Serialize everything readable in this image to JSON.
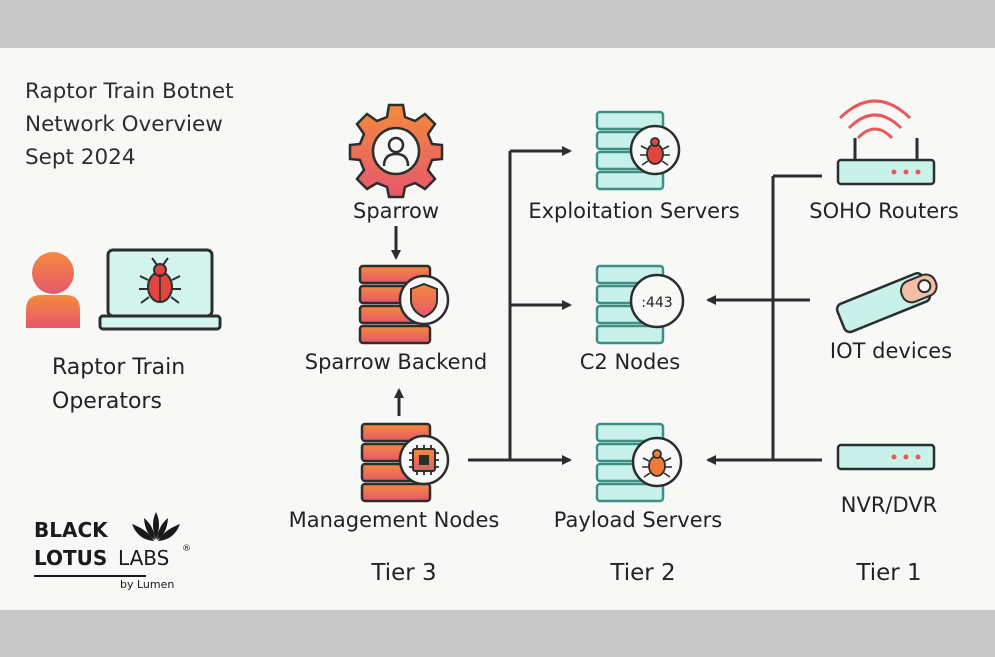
{
  "title": {
    "line1": "Raptor Train Botnet",
    "line2": "Network Overview",
    "line3": "Sept 2024"
  },
  "operators": {
    "line1": "Raptor Train",
    "line2": "Operators"
  },
  "tier3": {
    "label": "Tier 3",
    "sparrow": "Sparrow",
    "sparrow_backend": "Sparrow Backend",
    "management_nodes": "Management Nodes"
  },
  "tier2": {
    "label": "Tier 2",
    "exploitation_servers": "Exploitation Servers",
    "c2_nodes": "C2 Nodes",
    "c2_port": ":443",
    "payload_servers": "Payload Servers"
  },
  "tier1": {
    "label": "Tier 1",
    "soho_routers": "SOHO Routers",
    "iot_devices": "IOT devices",
    "nvr_dvr": "NVR/DVR"
  },
  "logo": {
    "line1": "BLACK",
    "line2_bold": "LOTUS",
    "line2_light": "LABS",
    "reg": "®",
    "byline": "by Lumen"
  },
  "colors": {
    "orange": "#f07a3a",
    "pink": "#e85a73",
    "teal_fill": "#c8f1ea",
    "teal_stroke": "#3d8f86",
    "dark": "#2a2f2e",
    "bug": "#e2453f"
  }
}
